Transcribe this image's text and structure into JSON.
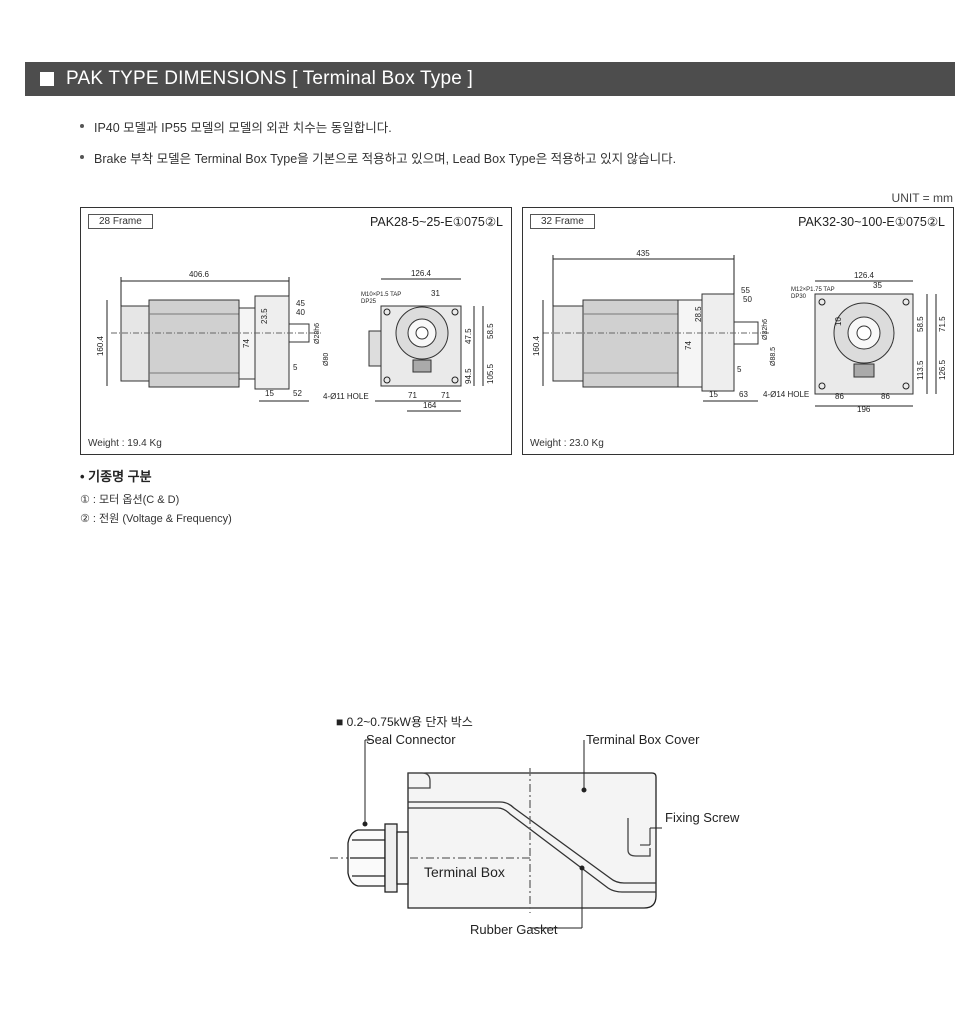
{
  "header": {
    "title": "PAK TYPE DIMENSIONS [ Terminal Box Type ]"
  },
  "notes": [
    "IP40 모델과 IP55 모델의 모델의 외관 치수는 동일합니다.",
    "Brake 부착 모델은 Terminal Box Type을 기본으로 적용하고 있으며, Lead Box Type은 적용하고 있지 않습니다."
  ],
  "unit": "UNIT = mm",
  "panels": [
    {
      "frame": "28 Frame",
      "model": "PAK28-5~25-E①075②L",
      "weight": "Weight : 19.4 Kg",
      "dims": {
        "length": "406.6",
        "height": "160.4",
        "top": "126.4",
        "s45": "45",
        "s40": "40",
        "s23": "23.5",
        "shaft": "Ø28h6",
        "boss": "Ø80",
        "d74": "74",
        "d5": "5",
        "d15": "15",
        "d52": "52",
        "tap": "M10×P1.5 TAP",
        "dp": "DP25",
        "d31": "31",
        "r47": "47.5",
        "r58": "58.5",
        "r94": "94.5",
        "r105": "105.5",
        "hole": "4-Ø11 HOLE",
        "w71a": "71",
        "w71b": "71",
        "w164": "164"
      }
    },
    {
      "frame": "32 Frame",
      "model": "PAK32-30~100-E①075②L",
      "weight": "Weight : 23.0 Kg",
      "dims": {
        "length": "435",
        "height": "160.4",
        "top": "126.4",
        "s55": "55",
        "s50": "50",
        "s28": "28.5",
        "shaft": "Ø32h6",
        "boss": "Ø88.5",
        "d74": "74",
        "d5": "5",
        "d15": "15",
        "d63": "63",
        "tap": "M12×P1.75 TAP",
        "dp": "DP30",
        "d35": "35",
        "d10": "10",
        "r58": "58.5",
        "r71": "71.5",
        "r113": "113.5",
        "r126": "126.5",
        "hole": "4-Ø14 HOLE",
        "w86a": "86",
        "w86b": "86",
        "w196": "196"
      }
    }
  ],
  "legend": {
    "title": "• 기종명 구분",
    "items": [
      "① : 모터 옵션(C & D)",
      "② : 전원 (Voltage & Frequency)"
    ]
  },
  "terminal_box": {
    "title": "■ 0.2~0.75kW용 단자 박스",
    "labels": {
      "seal_connector": "Seal Connector",
      "cover": "Terminal Box Cover",
      "fixing_screw": "Fixing Screw",
      "terminal_box": "Terminal Box",
      "rubber_gasket": "Rubber Gasket"
    }
  }
}
